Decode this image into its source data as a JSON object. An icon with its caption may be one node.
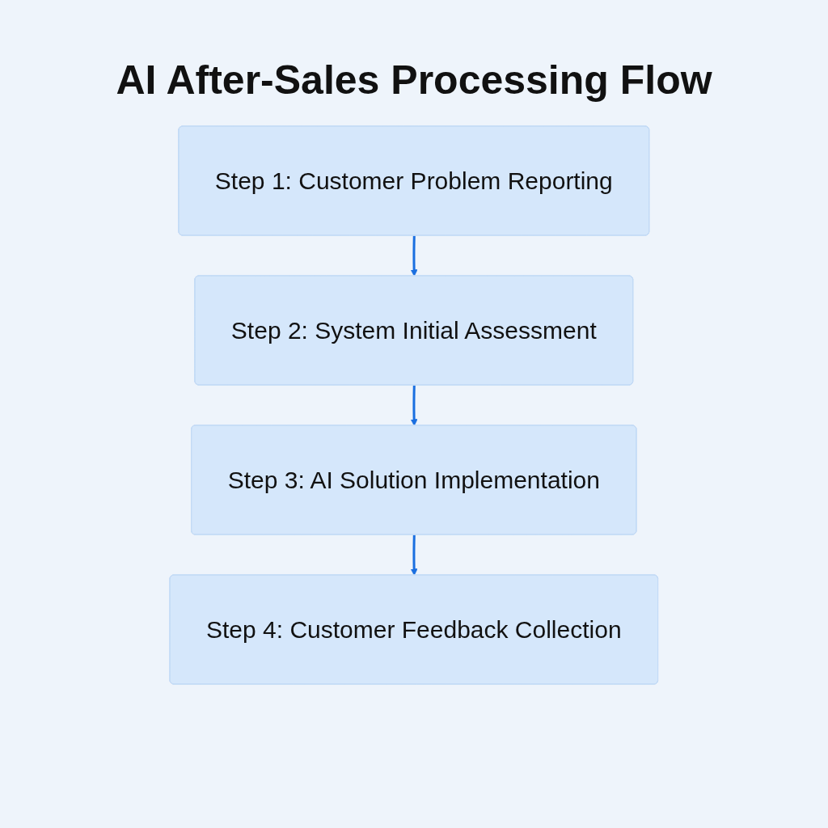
{
  "diagram": {
    "title": "AI After-Sales Processing Flow",
    "nodes": [
      {
        "text": [
          "Step 1: Customer Problem Reporting"
        ]
      },
      {
        "text": [
          "Step 2: System Initial Assessment"
        ]
      },
      {
        "text": [
          "Step 3: AI Solution Implementation"
        ]
      },
      {
        "text": [
          "Step 4: Customer Feedback Collection"
        ]
      }
    ],
    "edges": [
      {
        "from": 0,
        "to": 1,
        "arrow": "to"
      },
      {
        "from": 1,
        "to": 2,
        "arrow": "to"
      },
      {
        "from": 2,
        "to": 3,
        "arrow": "to"
      }
    ]
  }
}
